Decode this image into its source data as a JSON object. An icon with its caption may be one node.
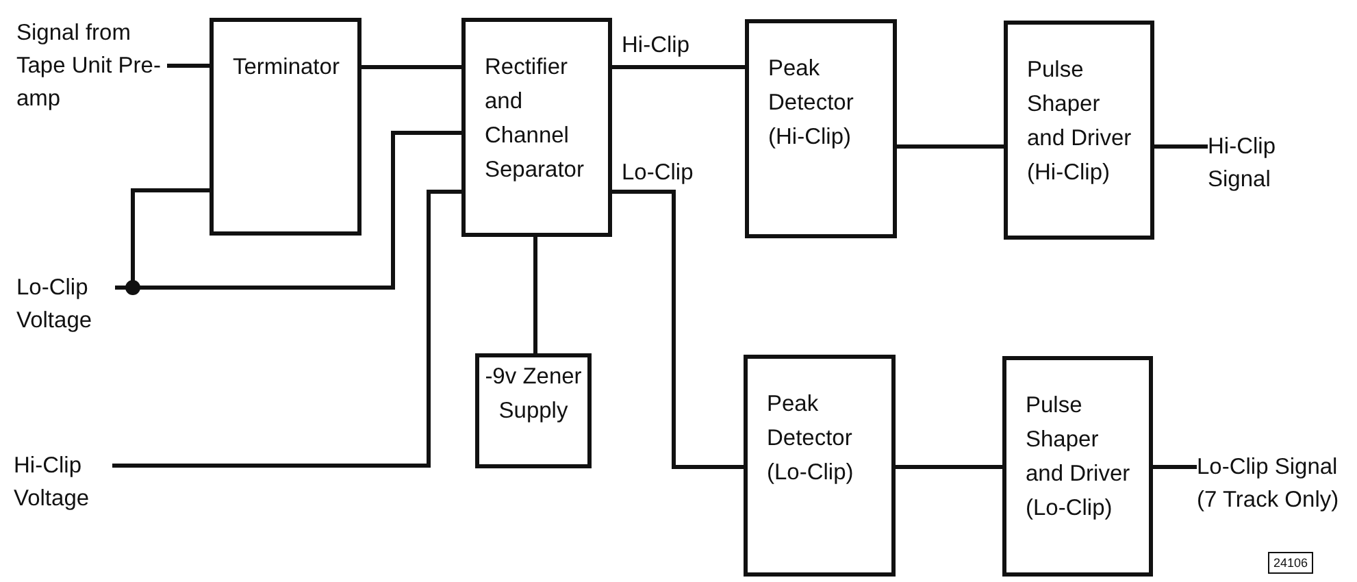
{
  "diagram": {
    "nodes": [
      {
        "text": [
          "Signal from Tape Unit Pre-amp"
        ]
      },
      {
        "text": [
          "Terminator"
        ]
      },
      {
        "text": [
          "Rectifier and Channel Separator"
        ]
      },
      {
        "text": [
          "Peak Detector (Hi-Clip)"
        ]
      },
      {
        "text": [
          "Pulse Shaper and Driver (Hi-Clip)"
        ]
      },
      {
        "text": [
          "Hi-Clip Signal"
        ]
      },
      {
        "text": [
          "Lo-Clip Voltage"
        ]
      },
      {
        "text": [
          "-9v Zener Supply"
        ]
      },
      {
        "text": [
          "Peak Detector (Lo-Clip)"
        ]
      },
      {
        "text": [
          "Pulse Shaper and Driver (Lo-Clip)"
        ]
      },
      {
        "text": [
          "Hi-Clip Voltage"
        ]
      },
      {
        "text": [
          "Lo-Clip Signal (7 Track Only)"
        ]
      }
    ],
    "edges": [
      {
        "from": 0,
        "to": 1,
        "arrow": "none"
      },
      {
        "from": 1,
        "to": 2,
        "arrow": "none"
      },
      {
        "from": 2,
        "to": 3,
        "arrow": "none",
        "label": "Hi-Clip"
      },
      {
        "from": 3,
        "to": 4,
        "arrow": "none"
      },
      {
        "from": 4,
        "to": 5,
        "arrow": "none"
      },
      {
        "from": 2,
        "to": 8,
        "arrow": "none",
        "label": "Lo-Clip"
      },
      {
        "from": 8,
        "to": 9,
        "arrow": "none"
      },
      {
        "from": 9,
        "to": 11,
        "arrow": "none"
      },
      {
        "from": 6,
        "to": 1,
        "arrow": "none"
      },
      {
        "from": 6,
        "to": 2,
        "arrow": "none"
      },
      {
        "from": 10,
        "to": 2,
        "arrow": "none"
      },
      {
        "from": 2,
        "to": 7,
        "arrow": "none"
      }
    ],
    "labels": [
      "24106"
    ]
  }
}
